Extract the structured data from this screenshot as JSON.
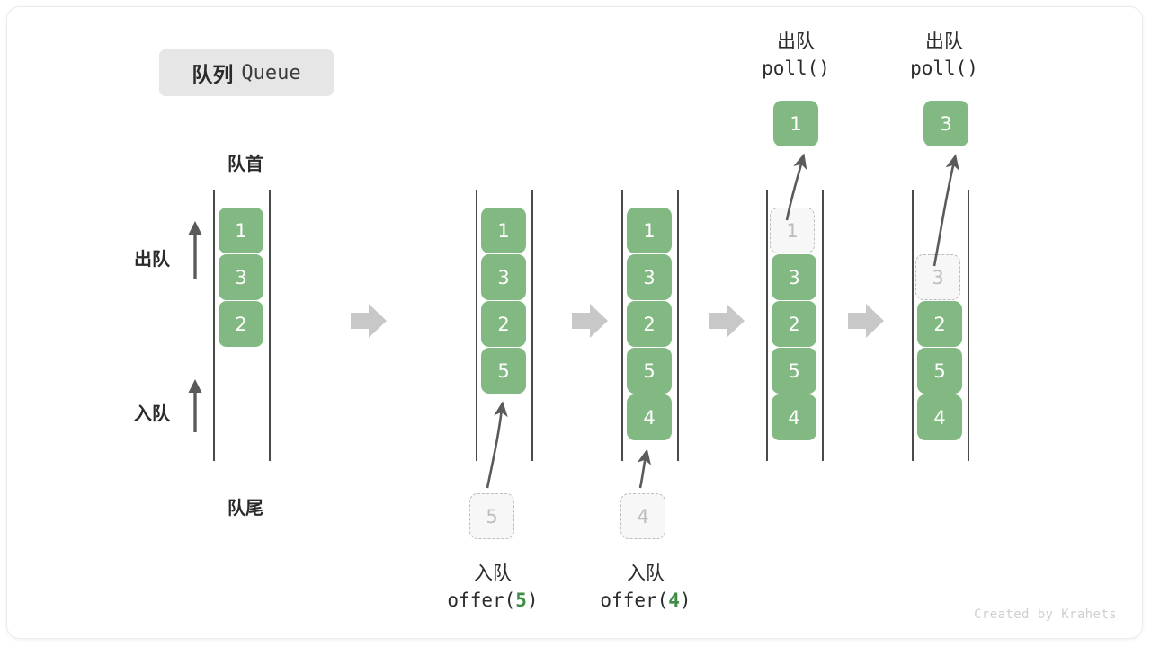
{
  "title": {
    "cn": "队列",
    "en": "Queue"
  },
  "labels": {
    "head": "队首",
    "tail": "队尾",
    "dequeue_arrow": "出队",
    "enqueue_arrow": "入队"
  },
  "credit": "Created by Krahets",
  "colors": {
    "element_fill": "#82b881",
    "ghost_fill": "#f7f7f7",
    "ghost_border": "#bdbdbd",
    "rail": "#4a4a4a",
    "arrow_gray": "#c8c8c8",
    "curve_arrow": "#5a5a5a",
    "badge_bg": "#e6e6e6",
    "text": "#2b2b2b",
    "code_arg": "#3f8c45",
    "credit": "#cfcfcf"
  },
  "stages": [
    {
      "name": "initial",
      "cells": [
        "1",
        "3",
        "2"
      ],
      "ghost_index": -1
    },
    {
      "name": "after-offer-5",
      "cells": [
        "1",
        "3",
        "2",
        "5"
      ],
      "ghost_index": -1
    },
    {
      "name": "after-offer-4",
      "cells": [
        "1",
        "3",
        "2",
        "5",
        "4"
      ],
      "ghost_index": -1
    },
    {
      "name": "poll-1",
      "cells": [
        "1",
        "3",
        "2",
        "5",
        "4"
      ],
      "ghost_index": 0
    },
    {
      "name": "poll-3",
      "cells": [
        "3",
        "2",
        "5",
        "4"
      ],
      "ghost_index": 0
    }
  ],
  "operations": {
    "offer_5": {
      "cn": "入队",
      "code_prefix": "offer(",
      "arg": "5",
      "code_suffix": ")",
      "pending": "5"
    },
    "offer_4": {
      "cn": "入队",
      "code_prefix": "offer(",
      "arg": "4",
      "code_suffix": ")",
      "pending": "4"
    },
    "poll_1": {
      "cn": "出队",
      "code": "poll()",
      "result": "1"
    },
    "poll_2": {
      "cn": "出队",
      "code": "poll()",
      "result": "3"
    }
  }
}
